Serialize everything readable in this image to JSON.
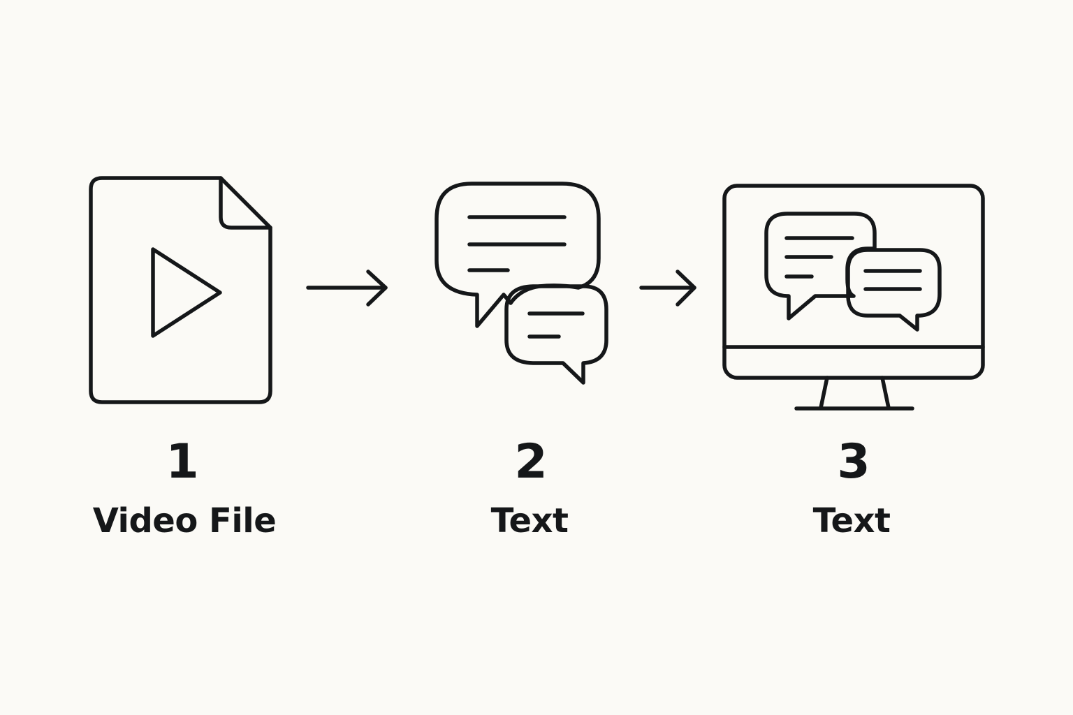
{
  "steps": [
    {
      "number": "1",
      "label": "Video File",
      "icon": "video-file-icon"
    },
    {
      "number": "2",
      "label": "Text",
      "icon": "chat-bubbles-icon"
    },
    {
      "number": "3",
      "label": "Text",
      "icon": "monitor-chat-icon"
    }
  ],
  "connectors": [
    "arrow-right-icon",
    "arrow-right-icon"
  ],
  "colors": {
    "background": "#fbfaf6",
    "ink": "#151719"
  }
}
